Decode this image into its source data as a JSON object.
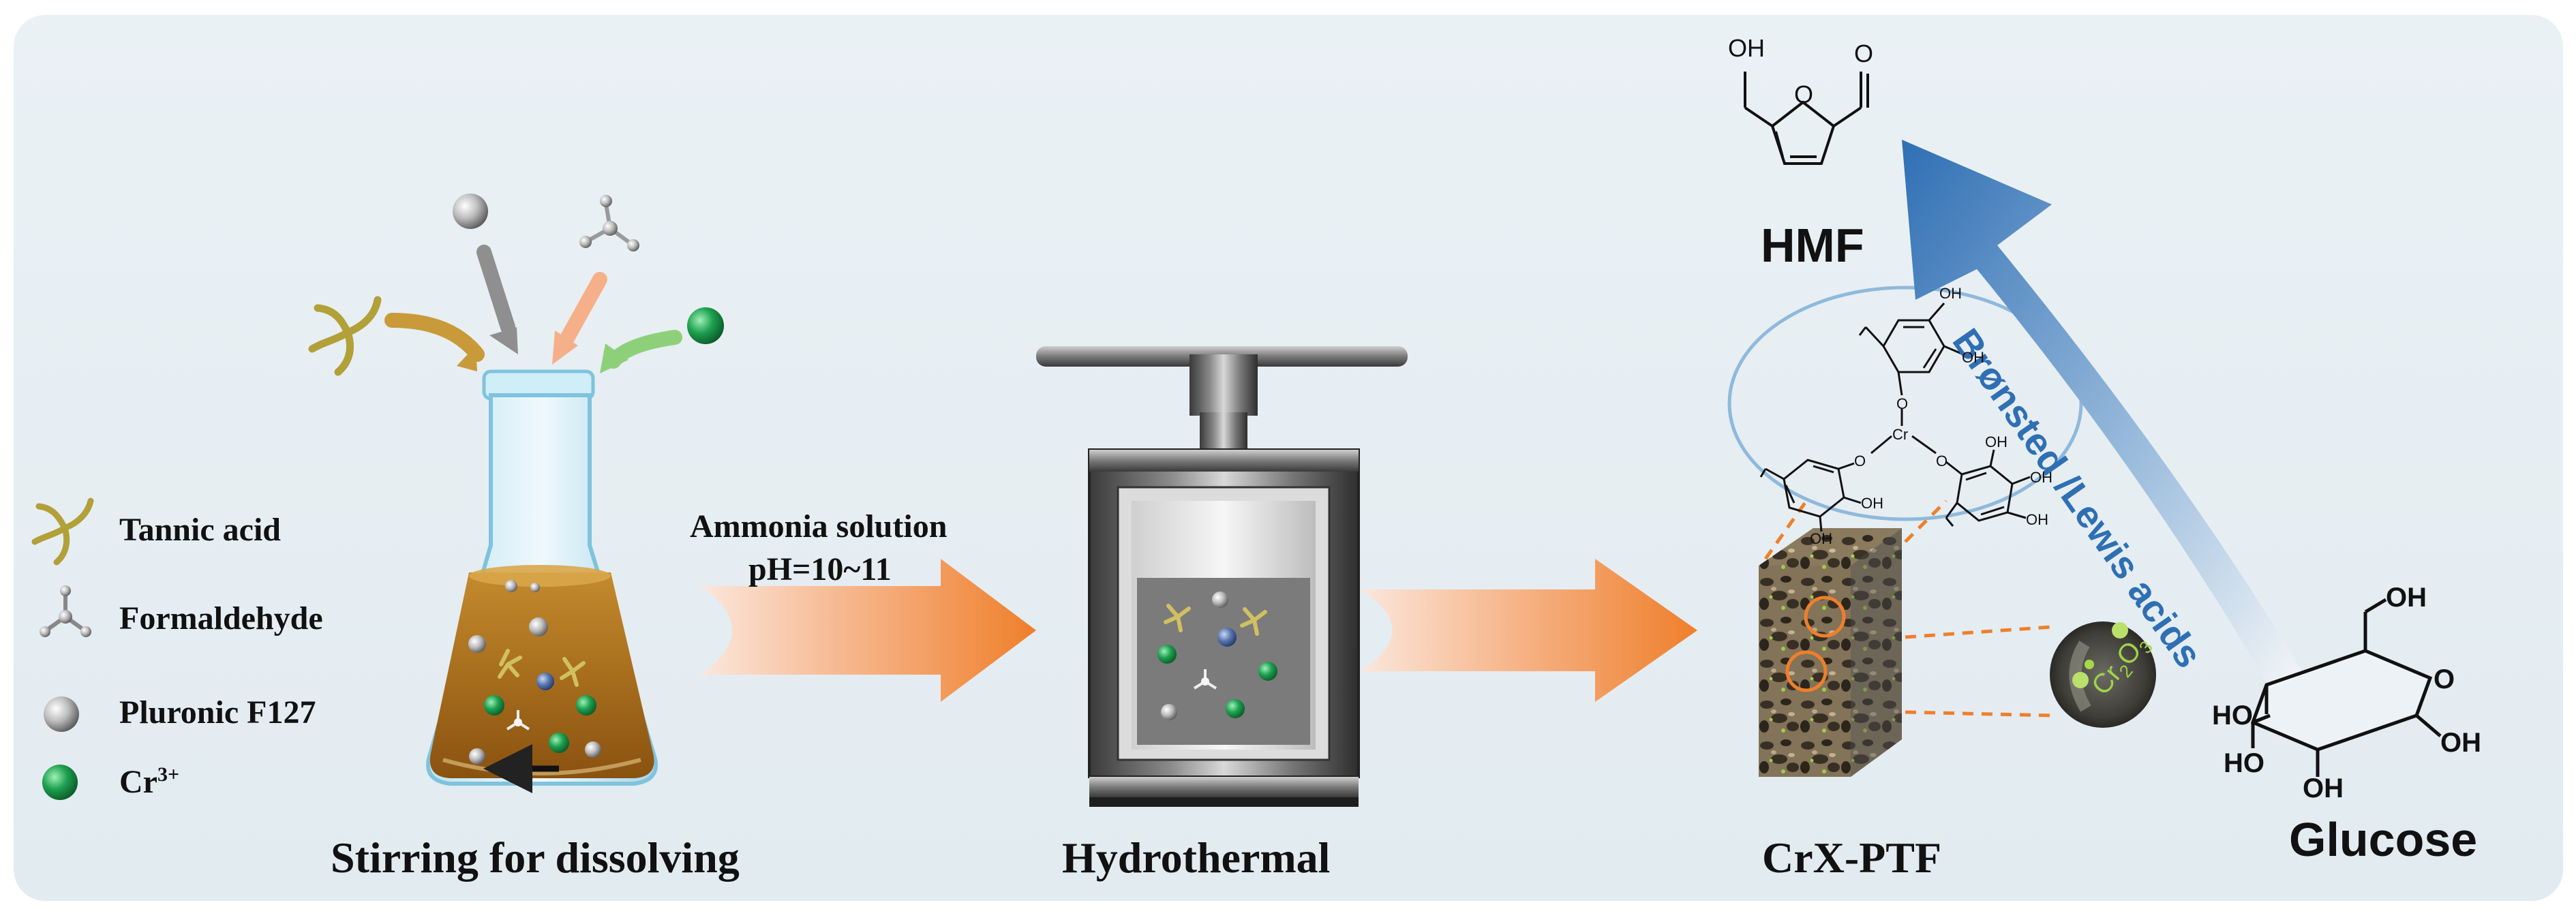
{
  "legend": [
    {
      "label": "Tannic acid",
      "icon": "tannic-acid-star-icon"
    },
    {
      "label": "Formaldehyde",
      "icon": "formaldehyde-molecule-icon"
    },
    {
      "label": "Pluronic F127",
      "icon": "grey-sphere-icon"
    },
    {
      "label": "Cr",
      "superscript": "3+",
      "icon": "green-sphere-icon"
    }
  ],
  "steps": {
    "flask": "Stirring for dissolving",
    "reactor": "Hydrothermal",
    "product": "CrX-PTF"
  },
  "arrow1": {
    "line1": "Ammonia solution",
    "line2": "pH=10~11"
  },
  "products": {
    "hmf": "HMF",
    "glucose": "Glucose",
    "catalysis_arrow": "Brønsted /Lewis acids",
    "particle": "Cr2O3",
    "particle_main": "Cr",
    "particle_sub1": "2",
    "particle_o": "O",
    "particle_sub2": "3"
  },
  "structure_atoms": {
    "oh": "OH",
    "o": "O",
    "cr": "Cr",
    "ho": "HO"
  },
  "colors": {
    "background": "#e6eef3",
    "orange_arrow": "#ef7f2b",
    "blue_arrow": "#2f6fb4",
    "liquid": "#a06414",
    "tannic": "#b2a038",
    "green": "#1ea050"
  }
}
